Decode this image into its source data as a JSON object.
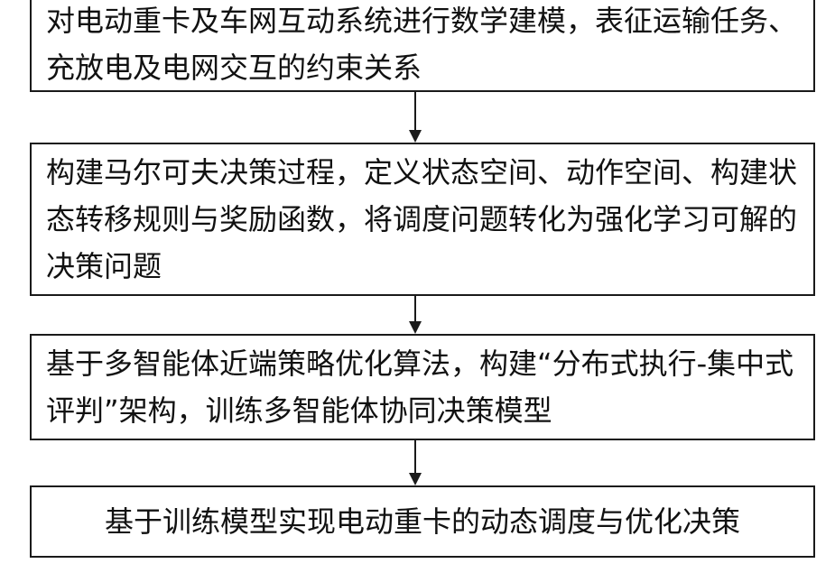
{
  "flowchart": {
    "steps": [
      {
        "text": "对电动重卡及车网互动系统进行数学建模，表征运输任务、充放电及电网交互的约束关系"
      },
      {
        "text": "构建马尔可夫决策过程，定义状态空间、动作空间、构建状态转移规则与奖励函数，将调度问题转化为强化学习可解的决策问题"
      },
      {
        "text": "基于多智能体近端策略优化算法，构建“分布式执行-集中式评判”架构，训练多智能体协同决策模型"
      },
      {
        "text": "基于训练模型实现电动重卡的动态调度与优化决策"
      }
    ],
    "border_color": "#1a1a1a",
    "arrow_color": "#1a1a1a"
  }
}
